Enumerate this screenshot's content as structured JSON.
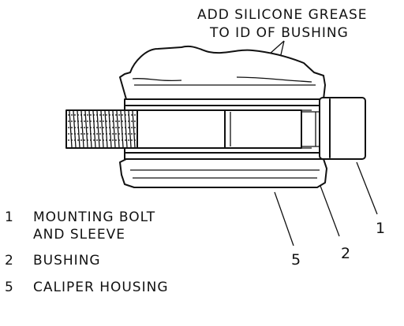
{
  "callout": {
    "line1": "ADD SILICONE GREASE",
    "line2": "TO ID OF BUSHING"
  },
  "diagram_numbers": {
    "a": "1",
    "b": "2",
    "c": "5"
  },
  "legend": [
    {
      "num": "1",
      "line1": "MOUNTING BOLT",
      "line2": "AND SLEEVE"
    },
    {
      "num": "2",
      "line1": "BUSHING",
      "line2": ""
    },
    {
      "num": "5",
      "line1": "CALIPER HOUSING",
      "line2": ""
    }
  ]
}
